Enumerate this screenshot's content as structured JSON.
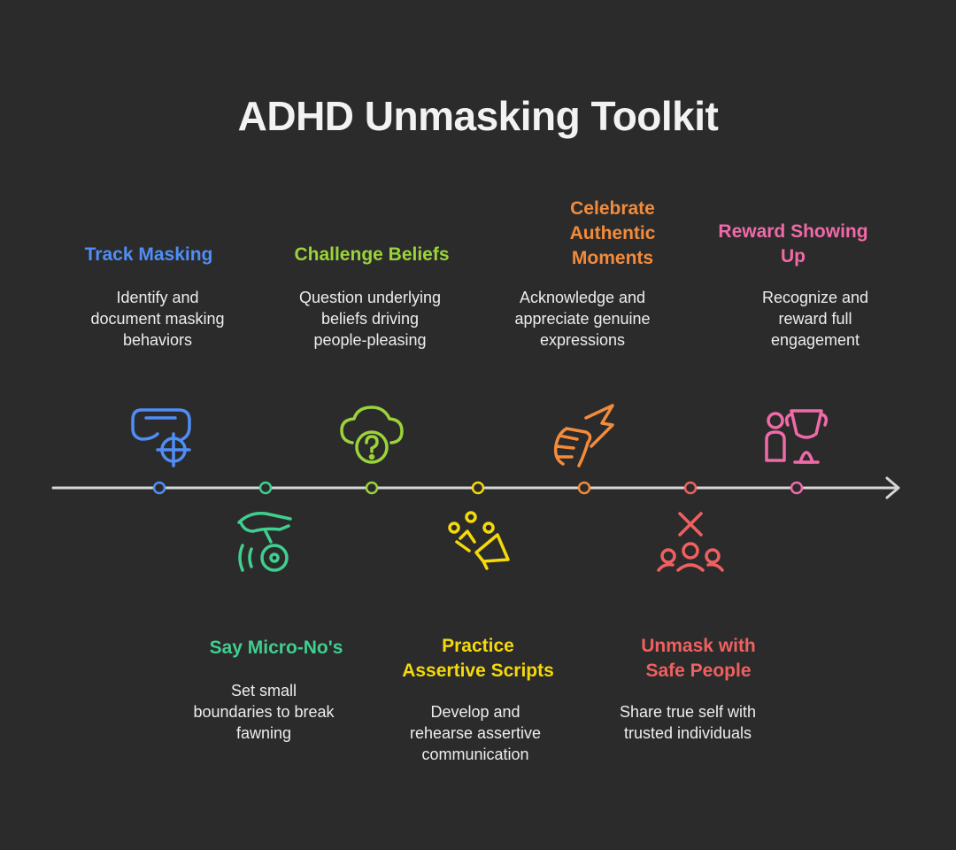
{
  "title": "ADHD Unmasking Toolkit",
  "colors": {
    "background": "#2b2b2b",
    "axis": "#d6d6d6",
    "track": "#4f8ef7",
    "micro": "#3fcf8e",
    "challenge": "#9bd33a",
    "practice": "#f5d90a",
    "celebrate": "#f28b3c",
    "unmask": "#f06060",
    "reward": "#f06aa8"
  },
  "steps": [
    {
      "id": "track",
      "title": "Track Masking",
      "description": "Identify and\ndocument masking\nbehaviors",
      "icon": "mask-target-icon",
      "color": "#4f8ef7"
    },
    {
      "id": "micro",
      "title": "Say Micro-No's",
      "description": "Set small\nboundaries to break\nfawning",
      "icon": "hand-record-icon",
      "color": "#3fcf8e"
    },
    {
      "id": "challenge",
      "title": "Challenge Beliefs",
      "description": "Question underlying\nbeliefs driving\npeople-pleasing",
      "icon": "cloud-question-icon",
      "color": "#9bd33a"
    },
    {
      "id": "practice",
      "title": "Practice\nAssertive Scripts",
      "description": "Develop and\nrehearse assertive\ncommunication",
      "icon": "megaphone-icon",
      "color": "#f5d90a"
    },
    {
      "id": "celebrate",
      "title": "Celebrate\nAuthentic\nMoments",
      "description": "Acknowledge and\nappreciate genuine\nexpressions",
      "icon": "fist-lightning-icon",
      "color": "#f28b3c"
    },
    {
      "id": "unmask",
      "title": "Unmask with\nSafe People",
      "description": "Share true self with\ntrusted individuals",
      "icon": "group-x-icon",
      "color": "#f06060"
    },
    {
      "id": "reward",
      "title": "Reward Showing\nUp",
      "description": "Recognize and\nreward full\nengagement",
      "icon": "person-trophy-icon",
      "color": "#f06aa8"
    }
  ]
}
